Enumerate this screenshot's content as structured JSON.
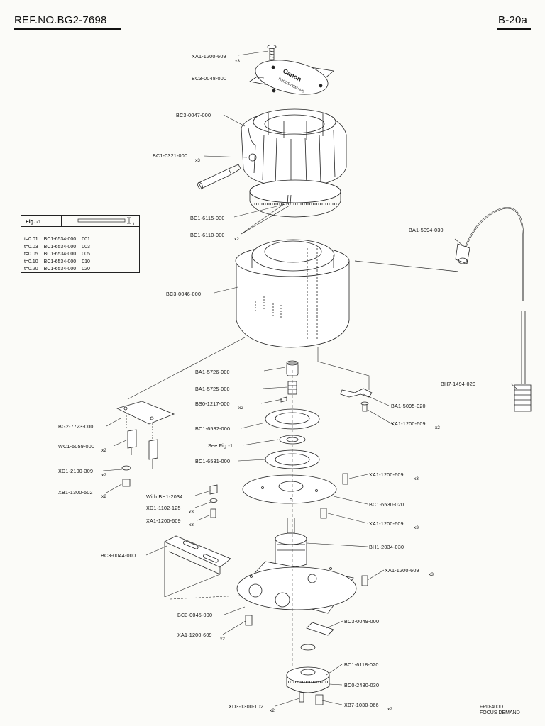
{
  "header": {
    "ref": "REF.NO.BG2-7698",
    "page": "B-20a"
  },
  "callouts": [
    {
      "id": "c1",
      "text": "XA1-1200-609",
      "qty": "x3"
    },
    {
      "id": "c2",
      "text": "BC3-0048-000"
    },
    {
      "id": "c3",
      "text": "BC3-0047-000"
    },
    {
      "id": "c4",
      "text": "BC1-0321-000",
      "qty": "x3"
    },
    {
      "id": "c5",
      "text": "BC1-6115-030"
    },
    {
      "id": "c6",
      "text": "BC1-6110-000",
      "qty": "x2"
    },
    {
      "id": "c7",
      "text": "BA1-5094-030"
    },
    {
      "id": "c8",
      "text": "BC3-0046-000"
    },
    {
      "id": "c9",
      "text": "BA1-5726-000"
    },
    {
      "id": "c10",
      "text": "BA1-5725-000"
    },
    {
      "id": "c11",
      "text": "BS0-1217-000",
      "qty": "x2"
    },
    {
      "id": "c12",
      "text": "BH7-1494-020"
    },
    {
      "id": "c13",
      "text": "BA1-5095-020"
    },
    {
      "id": "c14",
      "text": "XA1-1200-609",
      "qty": "x2"
    },
    {
      "id": "c15",
      "text": "BG2-7723-000"
    },
    {
      "id": "c16",
      "text": "BC1-6532-000"
    },
    {
      "id": "c17",
      "text": "WC1-5059-000",
      "qty": "x2"
    },
    {
      "id": "c18",
      "text": "See Fig.-1"
    },
    {
      "id": "c19",
      "text": "BC1-6531-000"
    },
    {
      "id": "c20",
      "text": "XD1-2100-309",
      "qty": "x2"
    },
    {
      "id": "c21",
      "text": "XA1-1200-609",
      "qty": "x3"
    },
    {
      "id": "c22",
      "text": "XB1-1300-502",
      "qty": "x2"
    },
    {
      "id": "c23",
      "text": "With BH1-2034"
    },
    {
      "id": "c24",
      "text": "BC1-6530-020"
    },
    {
      "id": "c25",
      "text": "XD1-1102-125",
      "qty": "x3"
    },
    {
      "id": "c26",
      "text": "XA1-1200-609",
      "qty": "x3"
    },
    {
      "id": "c27",
      "text": "XA1-1200-609",
      "qty": "x3"
    },
    {
      "id": "c28",
      "text": "BH1-2034-030"
    },
    {
      "id": "c29",
      "text": "BC3-0044-000"
    },
    {
      "id": "c30",
      "text": "XA1-1200-609",
      "qty": "x3"
    },
    {
      "id": "c31",
      "text": "BC3-0045-000"
    },
    {
      "id": "c32",
      "text": "BC3-0049-000"
    },
    {
      "id": "c33",
      "text": "XA1-1200-609",
      "qty": "x2"
    },
    {
      "id": "c34",
      "text": "BC1-6118-020"
    },
    {
      "id": "c35",
      "text": "BC0-2480-030"
    },
    {
      "id": "c36",
      "text": "XD3-1300-102",
      "qty": "x2"
    },
    {
      "id": "c37",
      "text": "XB7-1030-066",
      "qty": "x2"
    }
  ],
  "fig1": {
    "title": "Fig. -1",
    "thickness_symbol": "t",
    "rows": [
      [
        "t=0.01",
        "BC1-6534-000",
        "001"
      ],
      [
        "t=0.03",
        "BC1-6534-000",
        "003"
      ],
      [
        "t=0.05",
        "BC1-6534-000",
        "005"
      ],
      [
        "t=0.10",
        "BC1-6534-000",
        "010"
      ],
      [
        "t=0.20",
        "BC1-6534-000",
        "020"
      ]
    ]
  },
  "cap_text": {
    "brand": "Canon",
    "model": "FOCUS DEMAND"
  },
  "footer": {
    "model": "FPD-400D",
    "name": "FOCUS DEMAND"
  }
}
